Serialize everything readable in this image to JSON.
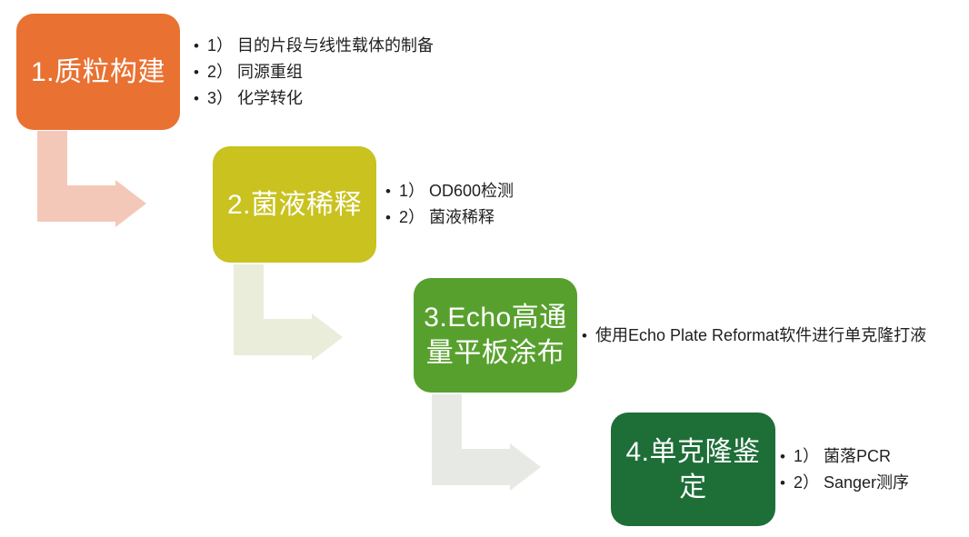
{
  "bullet_char": "•",
  "colors": {
    "background": "#FFFFFF",
    "bullet_text": "#1F1F1F",
    "title_text": "#FFFFFF"
  },
  "steps": [
    {
      "title": "1.质粒构建",
      "box_color": "#E97132",
      "arrow_color": "#F4C8B8",
      "bullets": [
        "1） 目的片段与线性载体的制备",
        "2） 同源重组",
        "3） 化学转化"
      ]
    },
    {
      "title": "2.菌液稀释",
      "box_color": "#C9C21F",
      "arrow_color": "#E9EDDA",
      "bullets": [
        "1） OD600检测",
        "2） 菌液稀释"
      ]
    },
    {
      "title": "3.Echo高通\n量平板涂布",
      "box_color": "#58A02E",
      "arrow_color": "#E7EAE4",
      "bullets": [
        "使用Echo Plate Reformat软件进行单克隆打液"
      ]
    },
    {
      "title": "4.单克隆鉴\n定",
      "box_color": "#1E6E38",
      "bullets": [
        "1） 菌落PCR",
        "2） Sanger测序"
      ]
    }
  ]
}
